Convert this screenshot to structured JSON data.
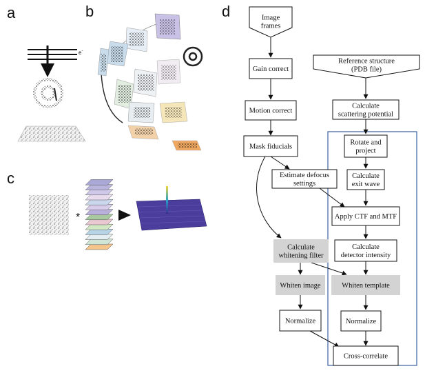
{
  "panels": {
    "a": "a",
    "b": "b",
    "c": "c",
    "d": "d"
  },
  "panel_a": {
    "beam_label": "e",
    "beam_superscript": "-"
  },
  "panel_c": {
    "operator": "*"
  },
  "flowchart": {
    "nodes": {
      "image_frames": [
        "Image",
        "frames"
      ],
      "gain_correct": [
        "Gain correct"
      ],
      "motion_correct": [
        "Motion correct"
      ],
      "mask_fiducials": [
        "Mask fiducials"
      ],
      "estimate_defocus": [
        "Estimate defocus",
        "settings"
      ],
      "calc_whitening": [
        "Calculate",
        "whitening filter"
      ],
      "whiten_image": [
        "Whiten image"
      ],
      "normalize_left": [
        "Normalize"
      ],
      "reference_structure": [
        "Reference structure",
        "(PDB file)"
      ],
      "calc_scattering": [
        "Calculate",
        "scattering potential"
      ],
      "rotate_project": [
        "Rotate and",
        "project"
      ],
      "calc_exit_wave": [
        "Calculate",
        "exit wave"
      ],
      "apply_ctf": [
        "Apply CTF and MTF"
      ],
      "calc_detector": [
        "Calculate",
        "detector intensity"
      ],
      "whiten_template": [
        "Whiten template"
      ],
      "normalize_right": [
        "Normalize"
      ],
      "cross_correlate": [
        "Cross-correlate"
      ]
    },
    "colors": {
      "frame": "#3a5fa0",
      "gray_box": "#d3d3d3"
    }
  }
}
